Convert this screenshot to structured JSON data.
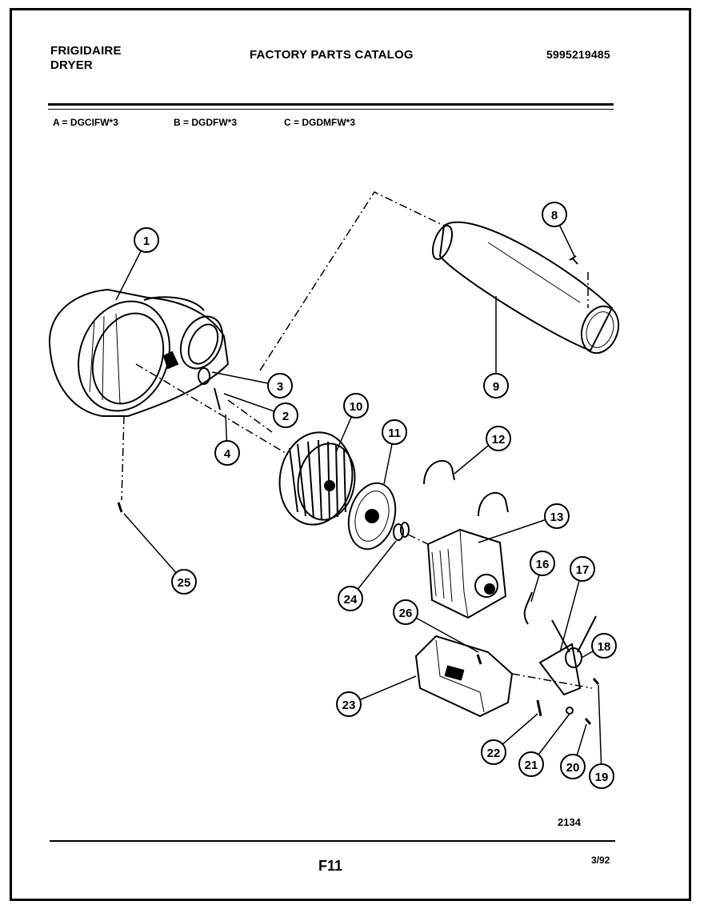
{
  "header": {
    "brand_line1": "FRIGIDAIRE",
    "brand_line2": "DRYER",
    "catalog_title": "FACTORY PARTS CATALOG",
    "part_number": "5995219485"
  },
  "models": {
    "a": "A = DGCIFW*3",
    "b": "B = DGDFW*3",
    "c": "C = DGDMFW*3"
  },
  "callouts": [
    "1",
    "2",
    "3",
    "4",
    "8",
    "9",
    "10",
    "11",
    "12",
    "13",
    "16",
    "17",
    "18",
    "19",
    "20",
    "21",
    "22",
    "23",
    "24",
    "25",
    "26"
  ],
  "footer": {
    "figure_code": "2134",
    "page_id": "F11",
    "date": "3/92"
  }
}
